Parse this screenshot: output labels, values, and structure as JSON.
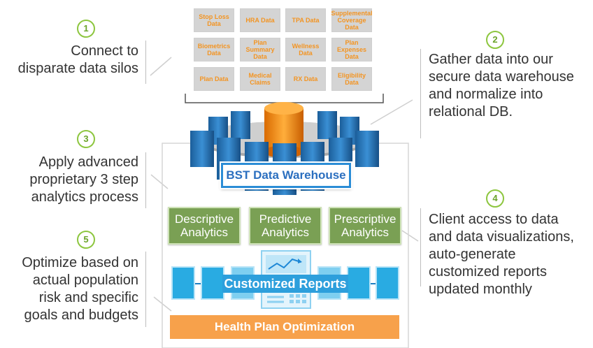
{
  "steps": [
    {
      "num": "1",
      "text": "Connect to\ndisparate data silos"
    },
    {
      "num": "2",
      "text": "Gather data into our\nsecure data warehouse\nand normalize into\nrelational DB."
    },
    {
      "num": "3",
      "text": "Apply advanced\nproprietary 3 step\nanalytics process"
    },
    {
      "num": "4",
      "text": "Client access to data\nand data visualizations,\nauto-generate\ncustomized reports\nupdated monthly"
    },
    {
      "num": "5",
      "text": "Optimize based on\nactual population\nrisk and specific\ngoals and budgets"
    }
  ],
  "silos": [
    "Stop Loss Data",
    "HRA Data",
    "TPA Data",
    "Supplemental Coverage Data",
    "Biometrics Data",
    "Plan Summary Data",
    "Wellness Data",
    "Plan Expenses Data",
    "Plan Data",
    "Medical Claims",
    "RX Data",
    "Eligibility Data"
  ],
  "warehouse_label": "BST Data Warehouse",
  "analytics": [
    {
      "line1": "Descriptive",
      "line2": "Analytics"
    },
    {
      "line1": "Predictive",
      "line2": "Analytics"
    },
    {
      "line1": "Prescriptive",
      "line2": "Analytics"
    }
  ],
  "reports_label": "Customized Reports",
  "optimization_label": "Health Plan Optimization",
  "colors": {
    "step_circle": "#8dc63f",
    "silo_text": "#f39422",
    "analytics_box": "#7aa054",
    "report_blue": "#29abe2",
    "optimization_bar": "#f7a14b",
    "warehouse_border": "#2b8dd6"
  }
}
